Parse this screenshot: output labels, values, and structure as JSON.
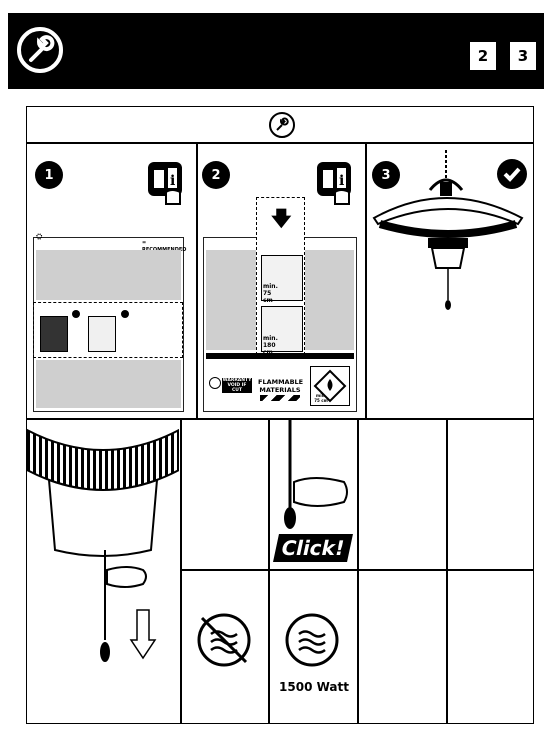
{
  "header": {
    "icon": "wrench-icon",
    "pages": [
      "2",
      "3"
    ]
  },
  "steps": [
    {
      "number": "1",
      "icon": "manual-info-icon",
      "recommended_label": "= RECOMMENDED"
    },
    {
      "number": "2",
      "icon": "manual-info-icon",
      "min1": "min.\n75 cm",
      "min2": "min.\n180 cm",
      "warranty": "WARRANTY\nVOID IF CUT",
      "flammable": "FLAMMABLE\nMATERIALS",
      "min3": "min.\n75 cm"
    },
    {
      "number": "3",
      "icon": "checkmark-icon"
    }
  ],
  "click_label": "Click!",
  "wattage_label": "1500 Watt"
}
